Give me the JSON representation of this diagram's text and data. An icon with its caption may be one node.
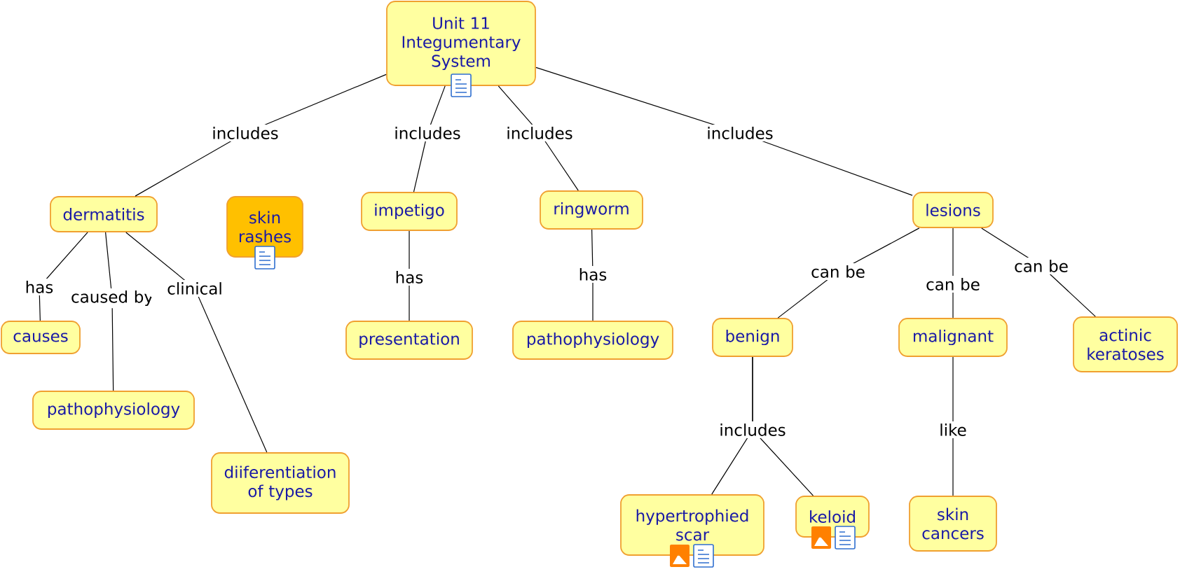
{
  "diagram": {
    "nodes": [
      {
        "text": [
          "Unit 11 Integumentary System"
        ]
      },
      {
        "text": [
          "dermatitis"
        ]
      },
      {
        "text": [
          "skin rashes"
        ]
      },
      {
        "text": [
          "impetigo"
        ]
      },
      {
        "text": [
          "ringworm"
        ]
      },
      {
        "text": [
          "lesions"
        ]
      },
      {
        "text": [
          "causes"
        ]
      },
      {
        "text": [
          "pathophysiology"
        ]
      },
      {
        "text": [
          "diiferentiation of types"
        ]
      },
      {
        "text": [
          "presentation"
        ]
      },
      {
        "text": [
          "pathophysiology"
        ]
      },
      {
        "text": [
          "benign"
        ]
      },
      {
        "text": [
          "malignant"
        ]
      },
      {
        "text": [
          "actinic keratoses"
        ]
      },
      {
        "text": [
          "hypertrophied scar"
        ]
      },
      {
        "text": [
          "keloid"
        ]
      },
      {
        "text": [
          "skin cancers"
        ]
      }
    ],
    "edges": [
      {
        "from": 0,
        "to": 1,
        "arrow": "none",
        "label": "includes"
      },
      {
        "from": 0,
        "to": 3,
        "arrow": "none",
        "label": "includes"
      },
      {
        "from": 0,
        "to": 4,
        "arrow": "none",
        "label": "includes"
      },
      {
        "from": 0,
        "to": 5,
        "arrow": "none",
        "label": "includes"
      },
      {
        "from": 1,
        "to": 6,
        "arrow": "none",
        "label": "has"
      },
      {
        "from": 1,
        "to": 7,
        "arrow": "none",
        "label": "caused by"
      },
      {
        "from": 1,
        "to": 8,
        "arrow": "none",
        "label": "clinical"
      },
      {
        "from": 3,
        "to": 9,
        "arrow": "none",
        "label": "has"
      },
      {
        "from": 4,
        "to": 10,
        "arrow": "none",
        "label": "has"
      },
      {
        "from": 5,
        "to": 11,
        "arrow": "none",
        "label": "can be"
      },
      {
        "from": 5,
        "to": 12,
        "arrow": "none",
        "label": "can be"
      },
      {
        "from": 5,
        "to": 13,
        "arrow": "none",
        "label": "can be"
      },
      {
        "from": 11,
        "to": 14,
        "arrow": "none",
        "label": "includes"
      },
      {
        "from": 11,
        "to": 15,
        "arrow": "none"
      },
      {
        "from": 12,
        "to": 16,
        "arrow": "none",
        "label": "like"
      }
    ]
  }
}
